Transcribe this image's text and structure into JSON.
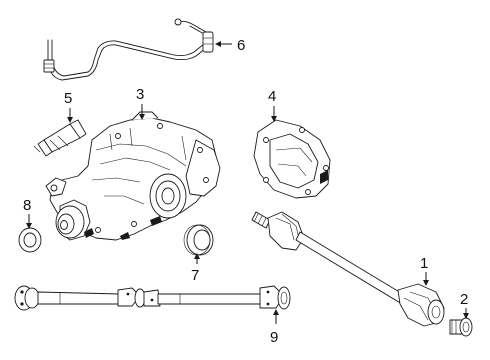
{
  "diagram": {
    "callouts": [
      {
        "id": "1",
        "label": "1",
        "part": "axle-shaft-right"
      },
      {
        "id": "2",
        "label": "2",
        "part": "bolt"
      },
      {
        "id": "3",
        "label": "3",
        "part": "differential-carrier"
      },
      {
        "id": "4",
        "label": "4",
        "part": "differential-cover"
      },
      {
        "id": "5",
        "label": "5",
        "part": "sealant-tube"
      },
      {
        "id": "6",
        "label": "6",
        "part": "vent-hose"
      },
      {
        "id": "7",
        "label": "7",
        "part": "axle-seal"
      },
      {
        "id": "8",
        "label": "8",
        "part": "pinion-seal"
      },
      {
        "id": "9",
        "label": "9",
        "part": "drive-shaft"
      }
    ]
  }
}
